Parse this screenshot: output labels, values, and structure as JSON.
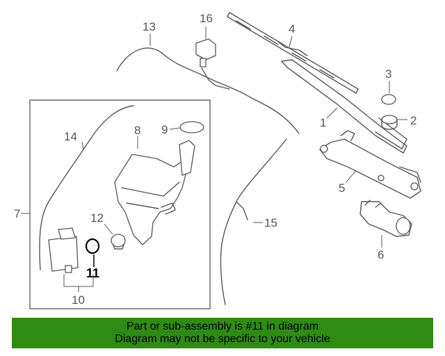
{
  "callouts": {
    "c1": "1",
    "c2": "2",
    "c3": "3",
    "c4": "4",
    "c5": "5",
    "c6": "6",
    "c7": "7",
    "c8": "8",
    "c9": "9",
    "c10": "10",
    "c11": "11",
    "c12": "12",
    "c13": "13",
    "c14": "14",
    "c15": "15",
    "c16": "16"
  },
  "highlighted_part": "11",
  "banner": {
    "line1": "Part or sub-assembly is #11 in diagram",
    "line2": "Diagram may not be specific to your vehicle"
  },
  "colors": {
    "banner_bg": "#2e8b14",
    "line": "#555555",
    "highlight_text": "#000000"
  }
}
